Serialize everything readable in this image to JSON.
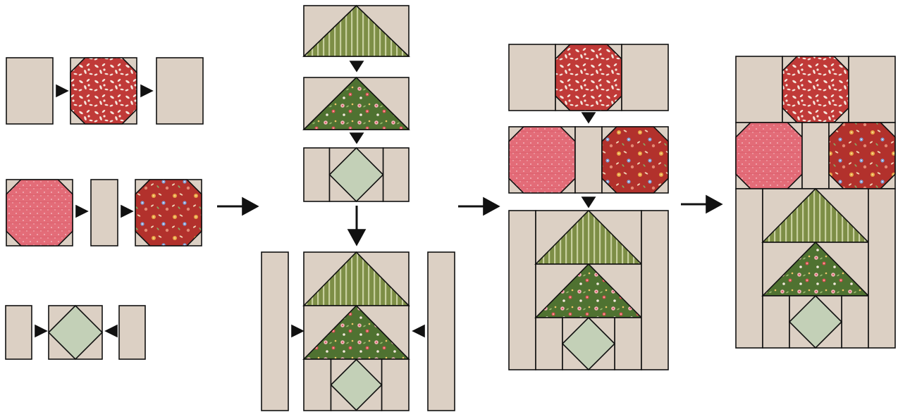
{
  "diagram": {
    "kind": "quilt-block-assembly",
    "steps": [
      {
        "step": 1,
        "units": [
          "row-1-octagon",
          "row-2-octagons",
          "row-3-diamond"
        ]
      },
      {
        "step": 2,
        "units": [
          "triangle-stack",
          "side-panels"
        ]
      },
      {
        "step": 3,
        "units": [
          "top-rows",
          "tree-column"
        ]
      },
      {
        "step": 4,
        "units": [
          "finished-block"
        ]
      }
    ]
  },
  "colors": {
    "background": "#dcd0c4",
    "outline": "#111111",
    "sage": "#c3d0b7",
    "red_floral": "#c03a38",
    "dark_red_floral": "#b2312c",
    "pink_dot": "#e36c78",
    "green_stripe": "#7d8e46",
    "green_floral": "#4f7231",
    "arrow": "#111111"
  },
  "icons": {
    "small_arrow": "triangle-arrow-icon",
    "step_arrow": "right-arrow-icon",
    "down_arrow": "down-arrow-icon"
  }
}
